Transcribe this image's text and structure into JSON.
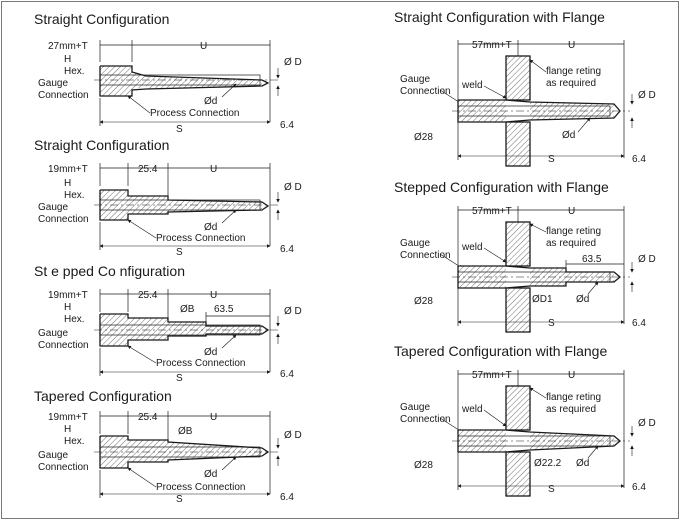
{
  "left": {
    "p1": {
      "title": "Straight Configuration",
      "dim_top": "27mm+T",
      "dim_u": "U",
      "h": "H",
      "hex": "Hex.",
      "gauge1": "Gauge",
      "gauge2": "Connection",
      "od": "Ød",
      "oD": "Ø D",
      "process": "Process Connection",
      "s": "S",
      "six": "6.4"
    },
    "p2": {
      "title": "Straight Configuration",
      "dim_top": "19mm+T",
      "dim_mid": "25.4",
      "dim_u": "U",
      "h": "H",
      "hex": "Hex.",
      "gauge1": "Gauge",
      "gauge2": "Connection",
      "od": "Ød",
      "oD": "Ø D",
      "process": "Process Connection",
      "s": "S",
      "six": "6.4"
    },
    "p3": {
      "title": "St e pped   Co nfiguration",
      "dim_top": "19mm+T",
      "dim_mid": "25.4",
      "dim_u": "U",
      "ob": "ØB",
      "dim_635": "63.5",
      "h": "H",
      "hex": "Hex.",
      "gauge1": "Gauge",
      "gauge2": "Connection",
      "od": "Ød",
      "oD": "Ø D",
      "process": "Process Connection",
      "s": "S",
      "six": "6.4"
    },
    "p4": {
      "title": "Tapered    Configuration",
      "dim_top": "19mm+T",
      "dim_mid": "25.4",
      "dim_u": "U",
      "ob": "ØB",
      "h": "H",
      "hex": "Hex.",
      "gauge1": "Gauge",
      "gauge2": "Connection",
      "od": "Ød",
      "oD": "Ø D",
      "process": "Process Connection",
      "s": "S",
      "six": "6.4"
    }
  },
  "right": {
    "p1": {
      "title": "Straight Configuration with Flange",
      "dim_top": "57mm+T",
      "dim_u": "U",
      "gauge1": "Gauge",
      "gauge2": "Connection",
      "weld": "weld",
      "flange1": "flange reting",
      "flange2": "as required",
      "o28": "Ø28",
      "od": "Ød",
      "oD": "Ø D",
      "s": "S",
      "six": "6.4"
    },
    "p2": {
      "title": "Stepped Configuration with Flange",
      "dim_top": "57mm+T",
      "dim_u": "U",
      "gauge1": "Gauge",
      "gauge2": "Connection",
      "weld": "weld",
      "flange1": "flange reting",
      "flange2": "as required",
      "dim_635": "63.5",
      "o28": "Ø28",
      "od1": "ØD1",
      "od": "Ød",
      "oD": "Ø D",
      "s": "S",
      "six": "6.4"
    },
    "p3": {
      "title": "Tapered Configuration with Flange",
      "dim_top": "57mm+T",
      "dim_u": "U",
      "gauge1": "Gauge",
      "gauge2": "Connection",
      "weld": "weld",
      "flange1": "flange reting",
      "flange2": "as required",
      "o28": "Ø28",
      "o222": "Ø22.2",
      "od": "Ød",
      "oD": "Ø D",
      "s": "S",
      "six": "6.4"
    }
  }
}
